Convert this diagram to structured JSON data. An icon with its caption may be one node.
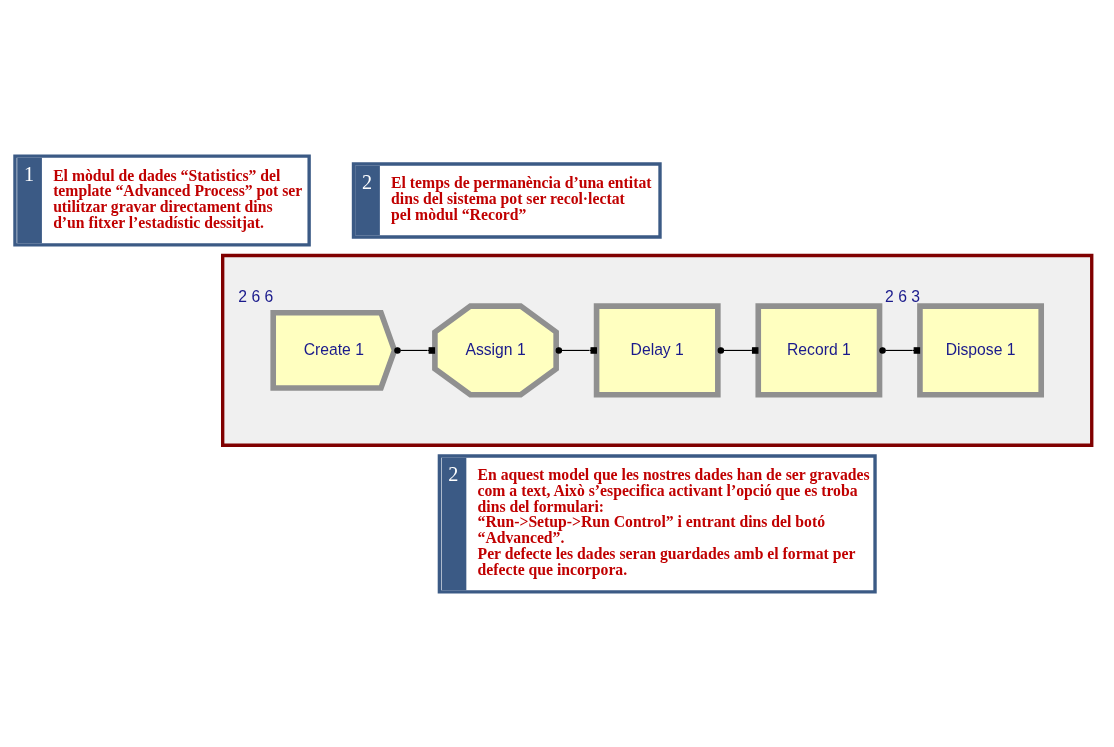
{
  "diagram": {
    "nodes": [
      {
        "text": [
          "1",
          "El mòdul de dades “Statistics” del template “Advanced Process” pot ser utilitzar gravar directament dins d’un fitxer l’estadístic dessitjat."
        ]
      },
      {
        "text": [
          "2",
          "El temps de permanència d’una entitat dins del sistema pot ser recol·lectat pel mòdul “Record”"
        ]
      },
      {
        "text": [],
        "shape": "box"
      },
      {
        "text": [
          "Create 1"
        ],
        "in": 2,
        "beside": [
          "2 6 6"
        ]
      },
      {
        "text": [
          "Assign 1"
        ],
        "in": 2
      },
      {
        "text": [
          "Delay 1"
        ],
        "in": 2
      },
      {
        "text": [
          "Record 1"
        ],
        "in": 2
      },
      {
        "text": [
          "Dispose 1"
        ],
        "in": 2,
        "beside": [
          "2 6 3"
        ]
      },
      {
        "text": [
          "2",
          "En aquest model que les nostres dades han de ser gravades com a text, Això s’especifica activant l’opció que es troba dins del formulari:",
          "“Run->Setup->Run Control” i entrant dins del botó “Advanced”.",
          "Per defecte les dades seran guardades amb el format per defecte que incorpora."
        ]
      }
    ],
    "edges": [
      {
        "from": 3,
        "to": 4,
        "arrow": "other"
      },
      {
        "from": 4,
        "to": 5,
        "arrow": "other"
      },
      {
        "from": 5,
        "to": 6,
        "arrow": "other"
      },
      {
        "from": 6,
        "to": 7,
        "arrow": "other"
      }
    ]
  }
}
